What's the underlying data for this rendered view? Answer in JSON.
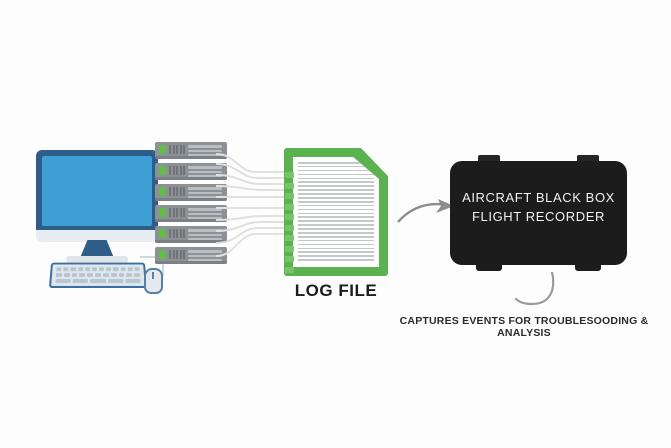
{
  "diagram": {
    "title_text_nodes": {
      "log_file_label": "LOG FILE",
      "black_box_line1": "AIRCRAFT BLACK BOX",
      "black_box_line2": "FLIGHT RECORDER",
      "caption": "CAPTURES EVENTS FOR TROUBLESOODING & ANALYSIS"
    },
    "colors": {
      "background": "#fdfdfd",
      "screen_blue": "#3d9fd4",
      "bezel_blue": "#2e5d8a",
      "log_green": "#5ab34f",
      "connector_green": "#79c46a",
      "server_gray": "#8c9196",
      "server_led_green": "#63bb4e",
      "black_box": "#1c1c1c",
      "arrow_gray": "#8d8d8d",
      "cable_gray": "#e2e2e2",
      "text_dark": "#1c1c1c",
      "text_light": "#f2f2f2"
    },
    "nodes": {
      "computer": {
        "name": "desktop-computer",
        "parts": [
          "monitor",
          "stand",
          "keyboard",
          "mouse"
        ]
      },
      "servers": {
        "name": "server-rack",
        "unit_count": 6
      },
      "log_file": {
        "name": "log-file-document",
        "line_count": 26,
        "connector_count": 10
      },
      "black_box": {
        "name": "aircraft-black-box",
        "top_tabs": 2,
        "bottom_feet": 2
      }
    },
    "connections": {
      "cable_count": 10,
      "arrow_label": "",
      "hook_label": ""
    }
  }
}
